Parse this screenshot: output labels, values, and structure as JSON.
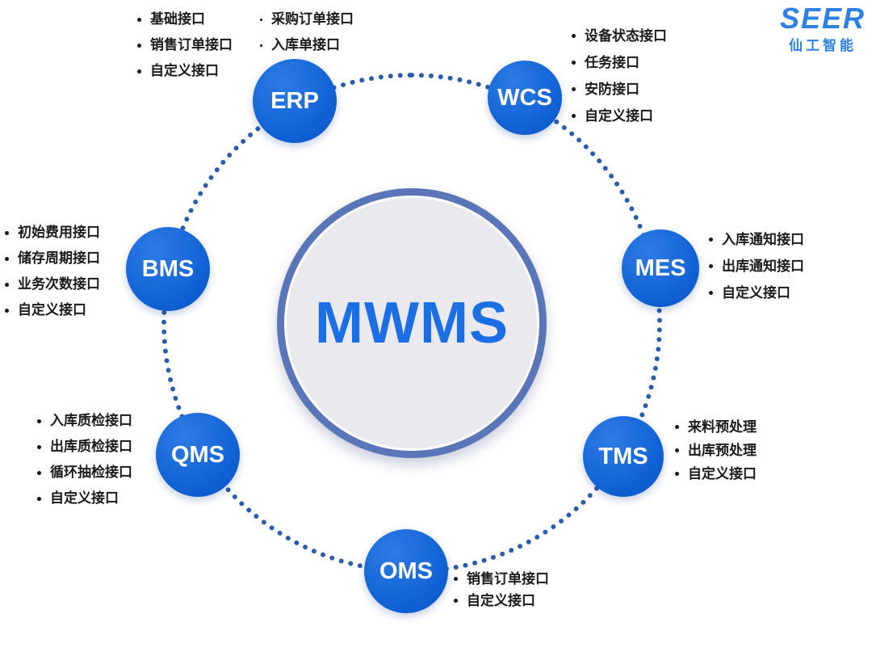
{
  "logo": {
    "brand": "SEER",
    "subtitle": "仙工智能"
  },
  "center": {
    "label": "MWMS"
  },
  "colors": {
    "node_blue": "#1061d5",
    "center_text_blue": "#1b6ee3",
    "ring_blue": "#2b5cab",
    "brand_blue": "#2f80e4",
    "center_fill": "#e9e9ee"
  },
  "nodes": {
    "erp": {
      "label": "ERP"
    },
    "wcs": {
      "label": "WCS"
    },
    "bms": {
      "label": "BMS"
    },
    "mes": {
      "label": "MES"
    },
    "qms": {
      "label": "QMS"
    },
    "tms": {
      "label": "TMS"
    },
    "oms": {
      "label": "OMS"
    }
  },
  "lists": {
    "erp_left": {
      "items": [
        "基础接口",
        "销售订单接口",
        "自定义接口"
      ]
    },
    "erp_right": {
      "items": [
        "采购订单接口",
        "入库单接口"
      ]
    },
    "wcs": {
      "items": [
        "设备状态接口",
        "任务接口",
        "安防接口",
        "自定义接口"
      ]
    },
    "bms": {
      "items": [
        "初始费用接口",
        "储存周期接口",
        "业务次数接口",
        "自定义接口"
      ]
    },
    "mes": {
      "items": [
        "入库通知接口",
        "出库通知接口",
        "自定义接口"
      ]
    },
    "qms": {
      "items": [
        "入库质检接口",
        "出库质检接口",
        "循环抽检接口",
        "自定义接口"
      ]
    },
    "tms": {
      "items": [
        "来料预处理",
        "出库预处理",
        "自定义接口"
      ]
    },
    "oms": {
      "items": [
        "销售订单接口",
        "自定义接口"
      ]
    }
  }
}
